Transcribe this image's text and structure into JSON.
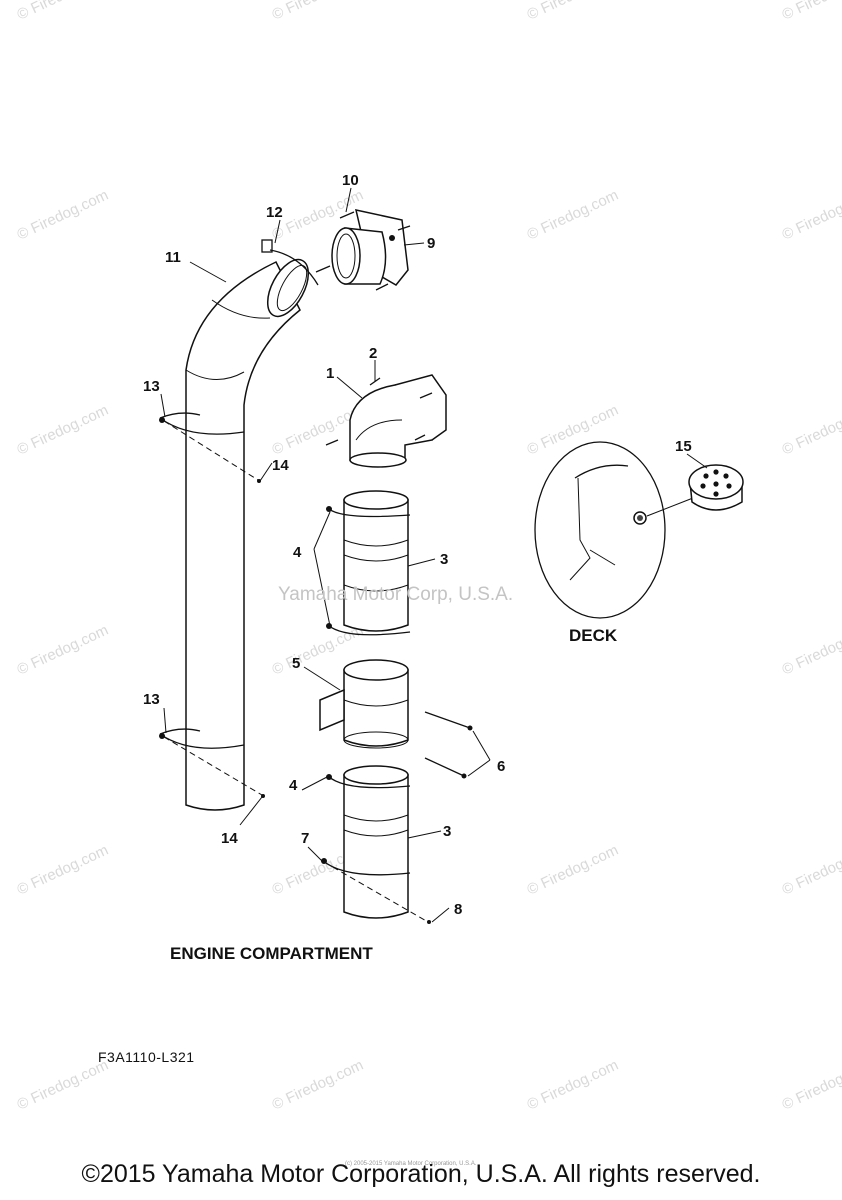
{
  "diagram": {
    "section_title": "ENGINE COMPARTMENT",
    "deck_label": "DECK",
    "drawing_code": "F3A1110-L321",
    "center_watermark": "Yamaha Motor Corp, U.S.A.",
    "watermark": "© Firedog.com",
    "copyright": "©2015 Yamaha Motor Corporation, U.S.A. All rights reserved.",
    "fine_print": "(c) 2005-2015 Yamaha Motor Corporation, U.S.A.",
    "labels": {
      "p1": "1",
      "p2": "2",
      "p3a": "3",
      "p3b": "3",
      "p4a": "4",
      "p4b": "4",
      "p5": "5",
      "p6": "6",
      "p7": "7",
      "p8": "8",
      "p9": "9",
      "p10": "10",
      "p11": "11",
      "p12": "12",
      "p13a": "13",
      "p13b": "13",
      "p14a": "14",
      "p14b": "14",
      "p15": "15"
    }
  }
}
